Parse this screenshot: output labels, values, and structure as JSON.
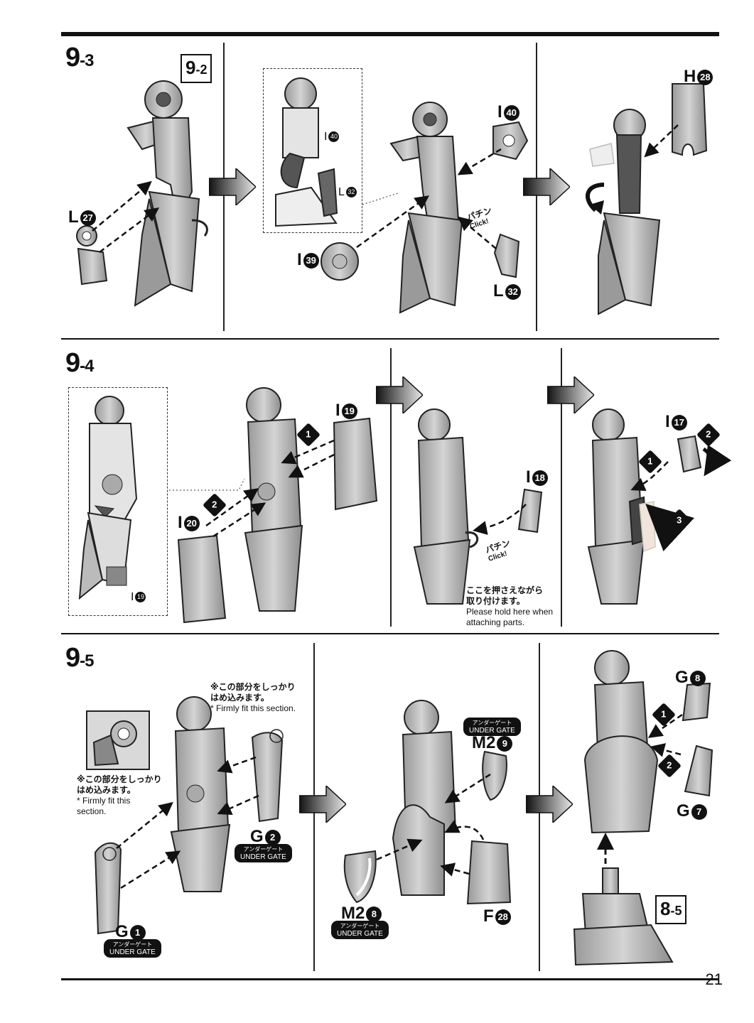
{
  "steps": {
    "s93": {
      "main": "9",
      "sub": "-3",
      "ref_main": "9",
      "ref_sub": "-2"
    },
    "s94": {
      "main": "9",
      "sub": "-4"
    },
    "s95": {
      "main": "9",
      "sub": "-5",
      "ref_main": "8",
      "ref_sub": "-5"
    }
  },
  "parts": {
    "l27": {
      "letter": "L",
      "num": "27"
    },
    "i40": {
      "letter": "I",
      "num": "40"
    },
    "l32": {
      "letter": "L",
      "num": "32"
    },
    "i39": {
      "letter": "I",
      "num": "39"
    },
    "h28": {
      "letter": "H",
      "num": "28"
    },
    "i19": {
      "letter": "I",
      "num": "19"
    },
    "i20": {
      "letter": "I",
      "num": "20"
    },
    "i18": {
      "letter": "I",
      "num": "18"
    },
    "i17": {
      "letter": "I",
      "num": "17"
    },
    "g1": {
      "letter": "G",
      "num": "1"
    },
    "g2": {
      "letter": "G",
      "num": "2"
    },
    "m29": {
      "letter": "M2",
      "num": "9"
    },
    "m28": {
      "letter": "M2",
      "num": "8"
    },
    "f28": {
      "letter": "F",
      "num": "28"
    },
    "g8": {
      "letter": "G",
      "num": "8"
    },
    "g7": {
      "letter": "G",
      "num": "7"
    }
  },
  "order_marks": {
    "one": "1",
    "two": "2",
    "three": "3"
  },
  "under_gate": {
    "jp": "アンダーゲート",
    "en": "UNDER GATE"
  },
  "click_sound": {
    "jp": "パチン",
    "en": "Click!"
  },
  "notes": {
    "hold_jp_1": "ここを押さえながら",
    "hold_jp_2": "取り付けます。",
    "hold_en_1": "Please hold here when",
    "hold_en_2": "attaching parts.",
    "firm_jp_1": "※この部分をしっかり",
    "firm_jp_2": "はめ込みます。",
    "firm_en": "* Firmly fit this section.",
    "firm_en_a": "* Firmly fit this",
    "firm_en_b": "section."
  },
  "page_number": "21"
}
